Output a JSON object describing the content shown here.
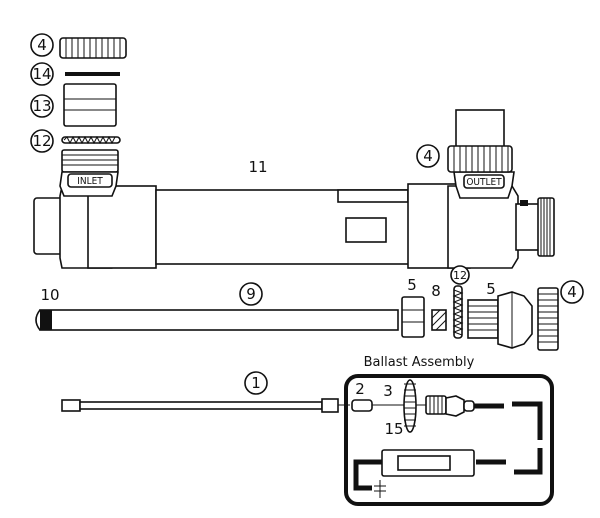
{
  "parts": {
    "p1": "1",
    "p2": "2",
    "p3": "3",
    "p4_top": "4",
    "p4_outlet": "4",
    "p4_right": "4",
    "p5_left": "5",
    "p5_right": "5",
    "p8": "8",
    "p9": "9",
    "p10": "10",
    "p11": "11",
    "p12_top": "12",
    "p12_bottom": "12",
    "p13": "13",
    "p14": "14",
    "p15": "15"
  },
  "labels": {
    "inlet": "INLET",
    "outlet": "OUTLET",
    "ballast_assembly": "Ballast Assembly"
  }
}
